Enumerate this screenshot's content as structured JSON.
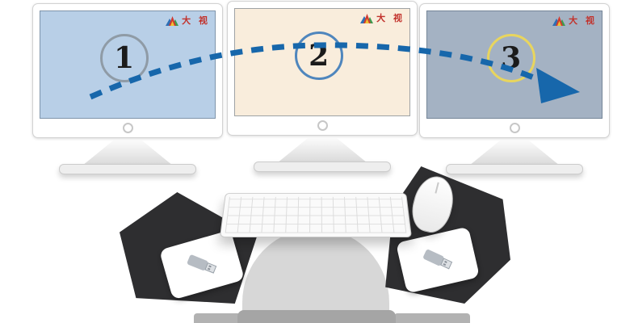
{
  "brand": {
    "logo_text": "大 视",
    "logo_text_color": "#c2322c",
    "mountain_colors": {
      "blue": "#2f6fb5",
      "red": "#d03a30",
      "green": "#3f9b4f",
      "yellow": "#f0c033"
    }
  },
  "monitors": [
    {
      "number": "1",
      "screen_color": "#b8cfe7",
      "circle_color": "#8f9ba6"
    },
    {
      "number": "2",
      "screen_color": "#f9eddc",
      "circle_color": "#4f86bd"
    },
    {
      "number": "3",
      "screen_color": "#a4b2c3",
      "circle_color": "#e8d55e"
    }
  ],
  "flow_arrow": {
    "color": "#1767ab",
    "style": "dashed"
  },
  "icons": {
    "brand_mountain_icon": "overlapping colored triangles",
    "usb_flash_drive_icon": "gray usb stick on white card",
    "chin_logo_icon": "small gray ring"
  }
}
